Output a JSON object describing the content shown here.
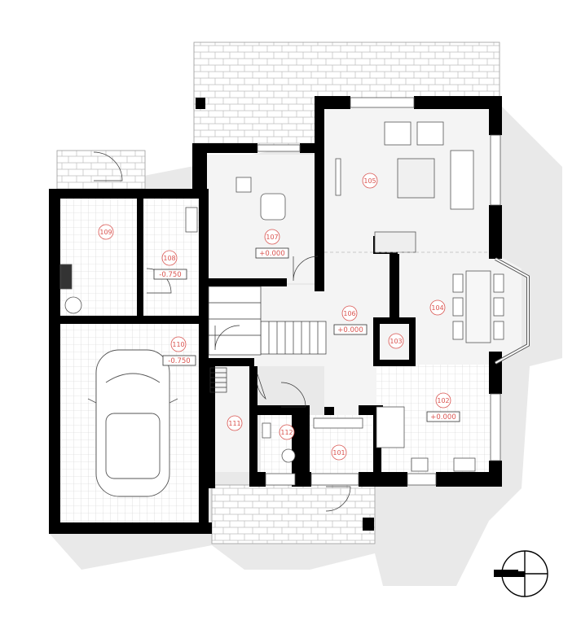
{
  "rooms": [
    {
      "id": "101",
      "level": ""
    },
    {
      "id": "102",
      "level": "+0.000"
    },
    {
      "id": "103",
      "level": ""
    },
    {
      "id": "104",
      "level": ""
    },
    {
      "id": "105",
      "level": ""
    },
    {
      "id": "106",
      "level": "+0.000"
    },
    {
      "id": "107",
      "level": "+0.000"
    },
    {
      "id": "108",
      "level": "-0.750"
    },
    {
      "id": "109",
      "level": ""
    },
    {
      "id": "110",
      "level": "-0.750"
    },
    {
      "id": "111",
      "level": ""
    },
    {
      "id": "112",
      "level": ""
    }
  ],
  "colors": {
    "wall": "#000000",
    "label": "#d9534f",
    "shadow": "#e8e8e8",
    "floor": "#f4f4f4",
    "tile_grid": "#cfcfcf",
    "paving": "#bdbdbd"
  }
}
